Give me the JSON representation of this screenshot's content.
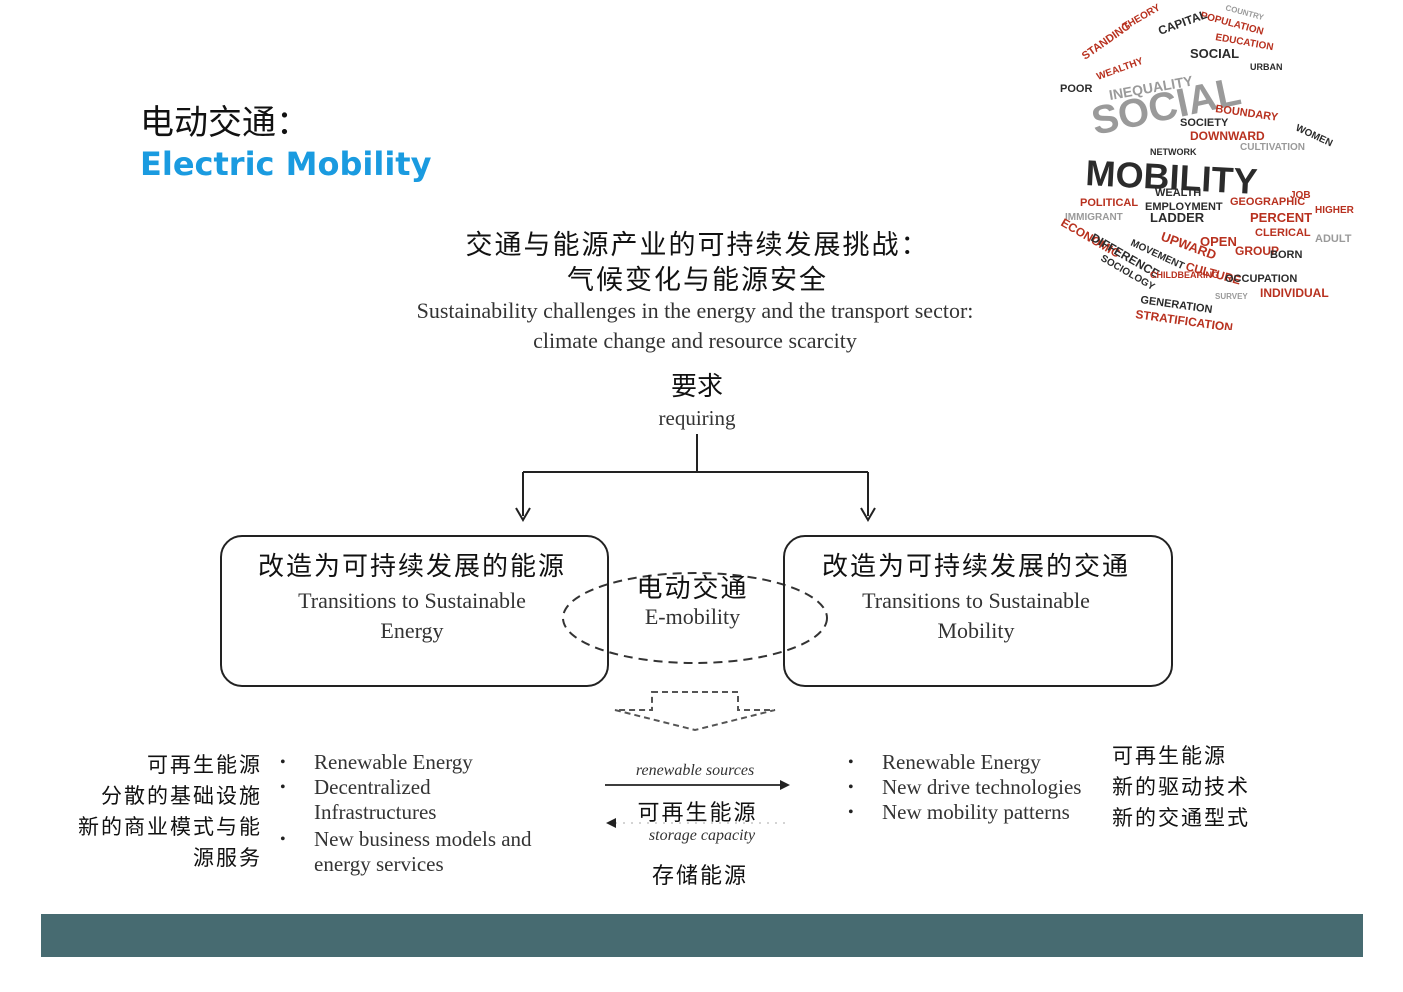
{
  "title_cn": "电动交通：",
  "title_en": "Electric Mobility",
  "challenge": {
    "cn_line1": "交通与能源产业的可持续发展挑战：",
    "cn_line2": "气候变化与能源安全",
    "en_line1": "Sustainability challenges in the energy and the transport sector:",
    "en_line2": "climate change and resource scarcity"
  },
  "requiring": {
    "cn": "要求",
    "en": "requiring"
  },
  "left_box": {
    "cn": "改造为可持续发展的能源",
    "en_line1": "Transitions to Sustainable",
    "en_line2": "Energy"
  },
  "right_box": {
    "cn": "改造为可持续发展的交通",
    "en_line1": "Transitions to Sustainable",
    "en_line2": "Mobility"
  },
  "center_ellipse": {
    "cn": "电动交通",
    "en": "E-mobility"
  },
  "left_list": {
    "cn_lines": [
      "可再生能源",
      "分散的基础设施",
      "新的商业模式与能",
      "源服务"
    ],
    "items": [
      "Renewable Energy",
      "Decentralized Infrastructures",
      "New business models and energy services"
    ]
  },
  "right_list": {
    "cn_lines": [
      "可再生能源",
      "新的驱动技术",
      "新的交通型式"
    ],
    "items": [
      "Renewable Energy",
      "New drive technologies",
      "New mobility patterns"
    ]
  },
  "flows": {
    "renewable_en": "renewable sources",
    "renewable_cn": "可再生能源",
    "storage_en": "storage capacity",
    "storage_cn": "存储能源"
  },
  "word_cloud": {
    "words": [
      "SOCIAL",
      "MOBILITY",
      "POPULATION",
      "COUNTRY",
      "THEORY",
      "CAPITAL",
      "STANDING",
      "EDUCATION",
      "SOCIAL",
      "URBAN",
      "POOR",
      "WEALTHY",
      "INEQUALITY",
      "BOUNDARY",
      "SOCIETY",
      "WOMEN",
      "DOWNWARD",
      "NETWORK",
      "CULTIVATION",
      "WEALTH",
      "POLITICAL",
      "EMPLOYMENT",
      "GEOGRAPHIC",
      "JOB",
      "PERCENT",
      "HIGHER",
      "LADDER",
      "CLERICAL",
      "UPWARD",
      "OPEN",
      "GROUP",
      "BORN",
      "ADULT",
      "MOVEMENT",
      "DIFFERENCE",
      "CULTURE",
      "CHILDBEARING",
      "OCCUPATION",
      "INDIVIDUAL",
      "GENERATION",
      "STRATIFICATION",
      "SURVEY",
      "IMMIGRANT",
      "ECONOMIC",
      "SOCIOLOGY"
    ],
    "colors": {
      "dark": "#2b2b2b",
      "red": "#b8311f",
      "gray": "#9a9a9a"
    }
  },
  "colors": {
    "accent": "#1a9be0",
    "footer": "#476b71"
  }
}
